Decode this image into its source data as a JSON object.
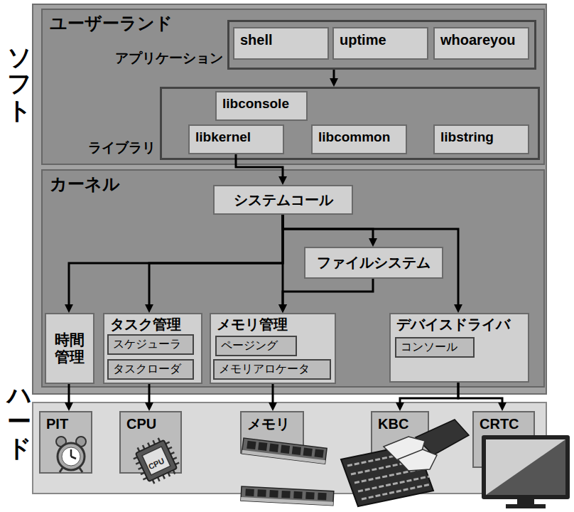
{
  "diagram": {
    "nodes": [
      {
        "text": [
          "ソフト"
        ]
      },
      {
        "text": [
          "ユーザーランド"
        ],
        "in": 0
      },
      {
        "text": [
          "アプリケーション"
        ],
        "in": 1
      },
      {
        "text": [
          "shell"
        ],
        "in": 2
      },
      {
        "text": [
          "uptime"
        ],
        "in": 2
      },
      {
        "text": [
          "whoareyou"
        ],
        "in": 2
      },
      {
        "text": [
          "ライブラリ"
        ],
        "in": 1
      },
      {
        "text": [
          "libconsole"
        ],
        "in": 6
      },
      {
        "text": [
          "libkernel"
        ],
        "in": 6
      },
      {
        "text": [
          "libcommon"
        ],
        "in": 6
      },
      {
        "text": [
          "libstring"
        ],
        "in": 6
      },
      {
        "text": [
          "カーネル"
        ],
        "in": 0
      },
      {
        "text": [
          "システムコール"
        ],
        "in": 11
      },
      {
        "text": [
          "ファイルシステム"
        ],
        "in": 11
      },
      {
        "text": [
          "時間 管理"
        ],
        "in": 11
      },
      {
        "text": [
          "タスク管理"
        ],
        "in": 11
      },
      {
        "text": [
          "スケジューラ"
        ],
        "in": 15
      },
      {
        "text": [
          "タスクローダ"
        ],
        "in": 15
      },
      {
        "text": [
          "メモリ管理"
        ],
        "in": 11
      },
      {
        "text": [
          "ページング"
        ],
        "in": 18
      },
      {
        "text": [
          "メモリアロケータ"
        ],
        "in": 18
      },
      {
        "text": [
          "デバイスドライバ"
        ],
        "in": 11
      },
      {
        "text": [
          "コンソール"
        ],
        "in": 21
      },
      {
        "text": [
          "ハード"
        ]
      },
      {
        "text": [
          "PIT"
        ],
        "in": 23
      },
      {
        "text": [
          "CPU"
        ],
        "in": 23
      },
      {
        "text": [
          "メモリ"
        ],
        "in": 23
      },
      {
        "text": [
          "KBC"
        ],
        "in": 23
      },
      {
        "text": [
          "CRTC"
        ],
        "in": 23
      }
    ],
    "edges": [
      {
        "from": 2,
        "to": 6,
        "arrow": "to"
      },
      {
        "from": 8,
        "to": 12,
        "arrow": "to"
      },
      {
        "from": 12,
        "to": 13,
        "arrow": "to"
      },
      {
        "from": 12,
        "to": 14,
        "arrow": "to"
      },
      {
        "from": 12,
        "to": 15,
        "arrow": "to"
      },
      {
        "from": 12,
        "to": 18,
        "arrow": "to"
      },
      {
        "from": 12,
        "to": 21,
        "arrow": "to"
      },
      {
        "from": 13,
        "to": 18,
        "arrow": "to"
      },
      {
        "from": 14,
        "to": 24,
        "arrow": "to"
      },
      {
        "from": 15,
        "to": 25,
        "arrow": "to"
      },
      {
        "from": 18,
        "to": 26,
        "arrow": "to"
      },
      {
        "from": 21,
        "to": 27,
        "arrow": "to"
      },
      {
        "from": 21,
        "to": 28,
        "arrow": "to"
      }
    ],
    "labels": [
      "CPU"
    ]
  }
}
